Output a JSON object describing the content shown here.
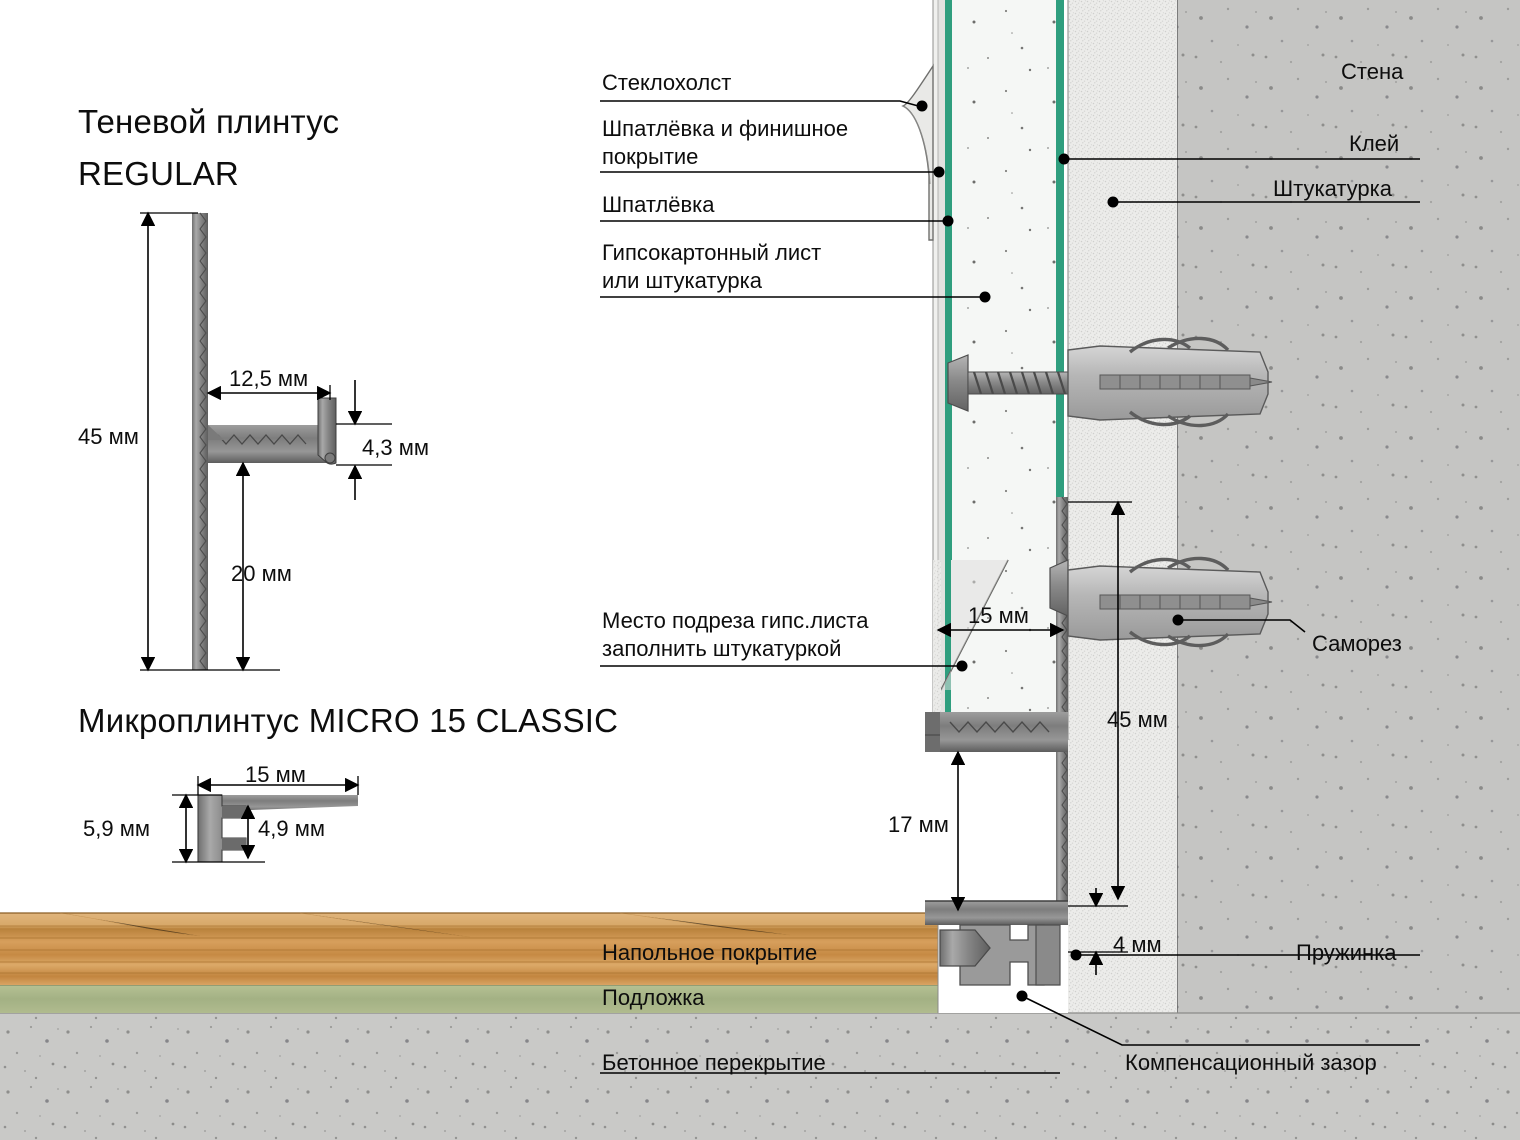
{
  "document": {
    "type": "technical-cross-section-diagram",
    "language": "ru",
    "background": "#ffffff"
  },
  "titles": {
    "regular": "Теневой плинтус\nREGULAR",
    "regular_line1": "Теневой плинтус",
    "regular_line2": "REGULAR",
    "micro": "Микроплинтус MICRO 15 CLASSIC"
  },
  "regular_dimensions": {
    "height": "45 мм",
    "depth": "12,5 мм",
    "lip": "4,3 мм",
    "leg": "20 мм"
  },
  "micro_dimensions": {
    "width": "15 мм",
    "height": "5,9 мм",
    "inner": "4,9 мм"
  },
  "left_labels": [
    {
      "id": "fiberglass",
      "text": "Стеклохолст"
    },
    {
      "id": "putty-finish",
      "text": "Шпатлёвка и финишное\nпокрытие",
      "line1": "Шпатлёвка и финишное",
      "line2": "покрытие"
    },
    {
      "id": "putty",
      "text": "Шпатлёвка"
    },
    {
      "id": "drywall",
      "text": "Гипсокартонный лист\nили штукатурка",
      "line1": "Гипсокартонный лист",
      "line2": "или штукатурка"
    },
    {
      "id": "cut-note",
      "text": "Место подреза гипс.листа\nзаполнить штукатуркой",
      "line1": "Место подреза гипс.листа",
      "line2": "заполнить штукатуркой"
    }
  ],
  "right_labels": [
    {
      "id": "wall",
      "text": "Стена"
    },
    {
      "id": "glue",
      "text": "Клей"
    },
    {
      "id": "plaster",
      "text": "Штукатурка"
    },
    {
      "id": "screw",
      "text": "Саморез"
    },
    {
      "id": "spring",
      "text": "Пружинка"
    },
    {
      "id": "expansion-gap",
      "text": "Компенсационный зазор"
    }
  ],
  "floor_labels": [
    {
      "id": "floor-covering",
      "text": "Напольное покрытие"
    },
    {
      "id": "underlay",
      "text": "Подложка"
    },
    {
      "id": "concrete-slab",
      "text": "Бетонное перекрытие"
    }
  ],
  "assembly_dimensions": {
    "gap_width": "15 мм",
    "plinth_height": "45 мм",
    "cavity_height": "17 мм",
    "base_height": "4 мм"
  },
  "colors": {
    "drywall_paper_green": "#2f9e7e",
    "drywall_core": "#f4f6f4",
    "plaster": "#ebebe9",
    "concrete": "#c9c9c7",
    "wall_concrete": "#c4c4c2",
    "wood_floor": "#c98a43",
    "wood_floor_light": "#ddb077",
    "underlay_green": "#a8b58a",
    "metal_profile": "#8d8d8d",
    "metal_profile_dark": "#6a6a6a",
    "line": "#000000"
  }
}
